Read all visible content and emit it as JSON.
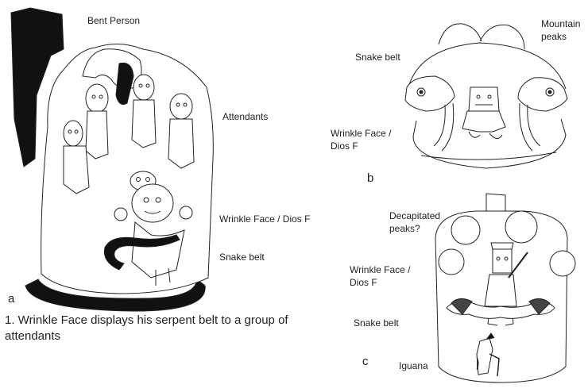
{
  "panel_a": {
    "letter": "a",
    "labels": {
      "bent_person": "Bent Person",
      "attendants": "Attendants",
      "wrinkle_face": "Wrinkle Face / Dios F",
      "snake_belt": "Snake belt"
    }
  },
  "panel_b": {
    "letter": "b",
    "labels": {
      "mountain_peaks": "Mountain\npeaks",
      "snake_belt": "Snake belt",
      "wrinkle_face": "Wrinkle Face /\nDios F"
    }
  },
  "panel_c": {
    "letter": "c",
    "labels": {
      "decapitated_peaks": "Decapitated\npeaks?",
      "wrinkle_face": "Wrinkle Face /\nDios F",
      "snake_belt": "Snake belt",
      "iguana": "Iguana"
    }
  },
  "caption": "1. Wrinkle Face displays his serpent belt to a group of attendants"
}
